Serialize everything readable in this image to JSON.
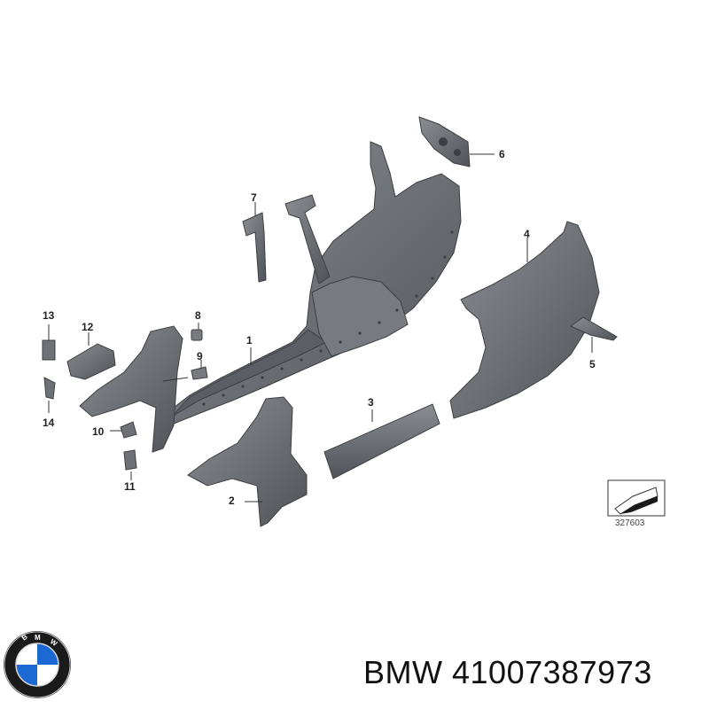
{
  "diagram": {
    "callouts": [
      "1",
      "2",
      "3",
      "4",
      "5",
      "6",
      "7",
      "8",
      "9",
      "10",
      "11",
      "12",
      "13",
      "14"
    ],
    "reference_code": "327603"
  },
  "brand": {
    "name": "BMW",
    "part_number": "41007387973",
    "logo_text": "BMW"
  },
  "colors": {
    "panel": "#6e7176",
    "panel_dark": "#4f5257",
    "panel_light": "#8a8d92",
    "logo_blue": "#1c69d4",
    "logo_black": "#1a1a1a"
  }
}
